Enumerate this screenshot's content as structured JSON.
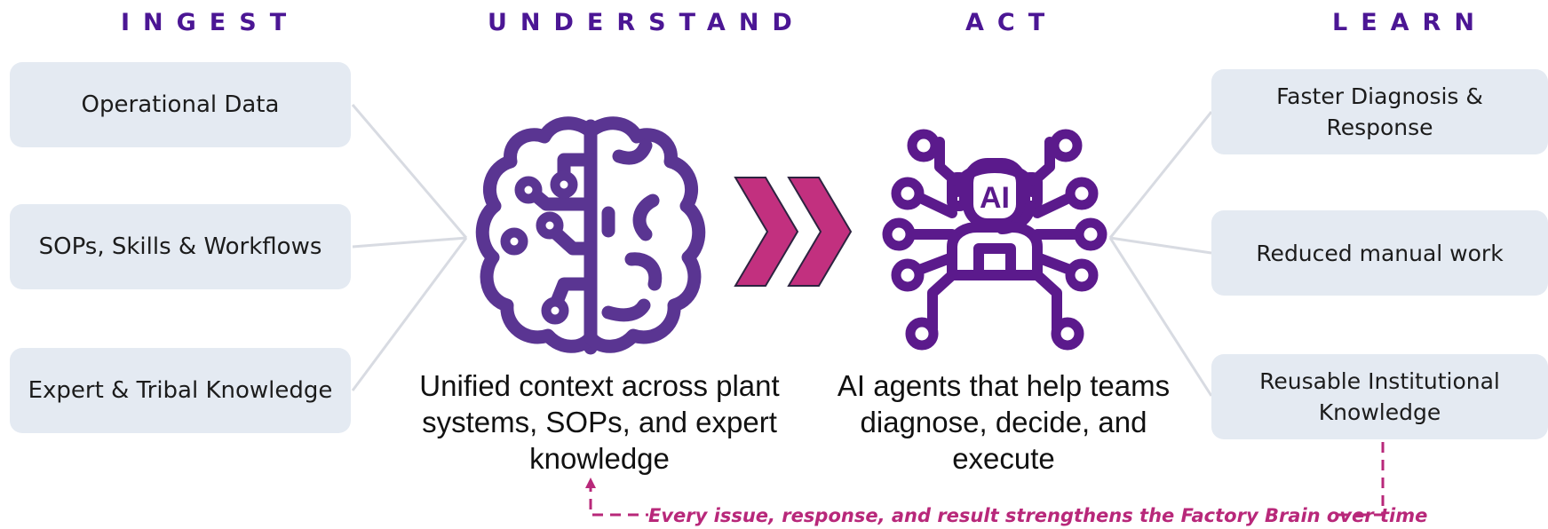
{
  "stages": [
    {
      "id": "ingest",
      "label": "INGEST"
    },
    {
      "id": "understand",
      "label": "UNDERSTAND"
    },
    {
      "id": "act",
      "label": "ACT"
    },
    {
      "id": "learn",
      "label": "LEARN"
    }
  ],
  "ingest": {
    "items": [
      "Operational Data",
      "SOPs, Skills & Workflows",
      "Expert & Tribal Knowledge"
    ]
  },
  "understand": {
    "icon": "brain-icon",
    "description": "Unified context across plant systems, SOPs, and expert knowledge"
  },
  "act": {
    "icon": "ai-agent-icon",
    "icon_text": "AI",
    "description": "AI agents that help teams diagnose, decide, and execute"
  },
  "learn": {
    "items": [
      "Faster Diagnosis & Response",
      "Reduced manual work",
      "Reusable Institutional Knowledge"
    ]
  },
  "arrow": {
    "icon": "double-chevron-right-icon"
  },
  "feedback_loop": {
    "label": "Every issue, response, and result strengthens the Factory Brain over time"
  },
  "colors": {
    "header": "#4b1694",
    "box_fill": "#e4eaf2",
    "icon_purple": "#5a3592",
    "agent_purple": "#5b1a8c",
    "chevron_fill": "#c2307f",
    "feedback": "#b8287a",
    "connector": "#d8dbe2"
  }
}
